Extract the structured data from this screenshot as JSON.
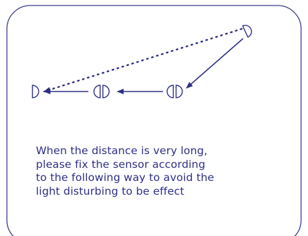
{
  "colors": {
    "ink": "#2e2f86",
    "frame": "#3a3b8c",
    "background": "#ffffff"
  },
  "diagram": {
    "description_text": "When the distance is very long,\nplease fix the sensor according\nto the following way to avoid the\n light disturbing to be effect",
    "nodes": [
      {
        "id": "emitter",
        "kind": "half-sensor",
        "icon": "sensor-emitter-icon"
      },
      {
        "id": "relay-2",
        "kind": "relay-sensor",
        "icon": "relay-sensor-icon"
      },
      {
        "id": "relay-1",
        "kind": "relay-sensor",
        "icon": "relay-sensor-icon"
      },
      {
        "id": "receiver",
        "kind": "half-sensor",
        "icon": "sensor-receiver-icon"
      }
    ],
    "edges": [
      {
        "from": "emitter",
        "to": "relay-2",
        "style": "solid"
      },
      {
        "from": "relay-2",
        "to": "relay-1",
        "style": "solid"
      },
      {
        "from": "relay-1",
        "to": "receiver",
        "style": "solid"
      },
      {
        "from": "emitter",
        "to": "receiver",
        "style": "dotted"
      }
    ]
  }
}
